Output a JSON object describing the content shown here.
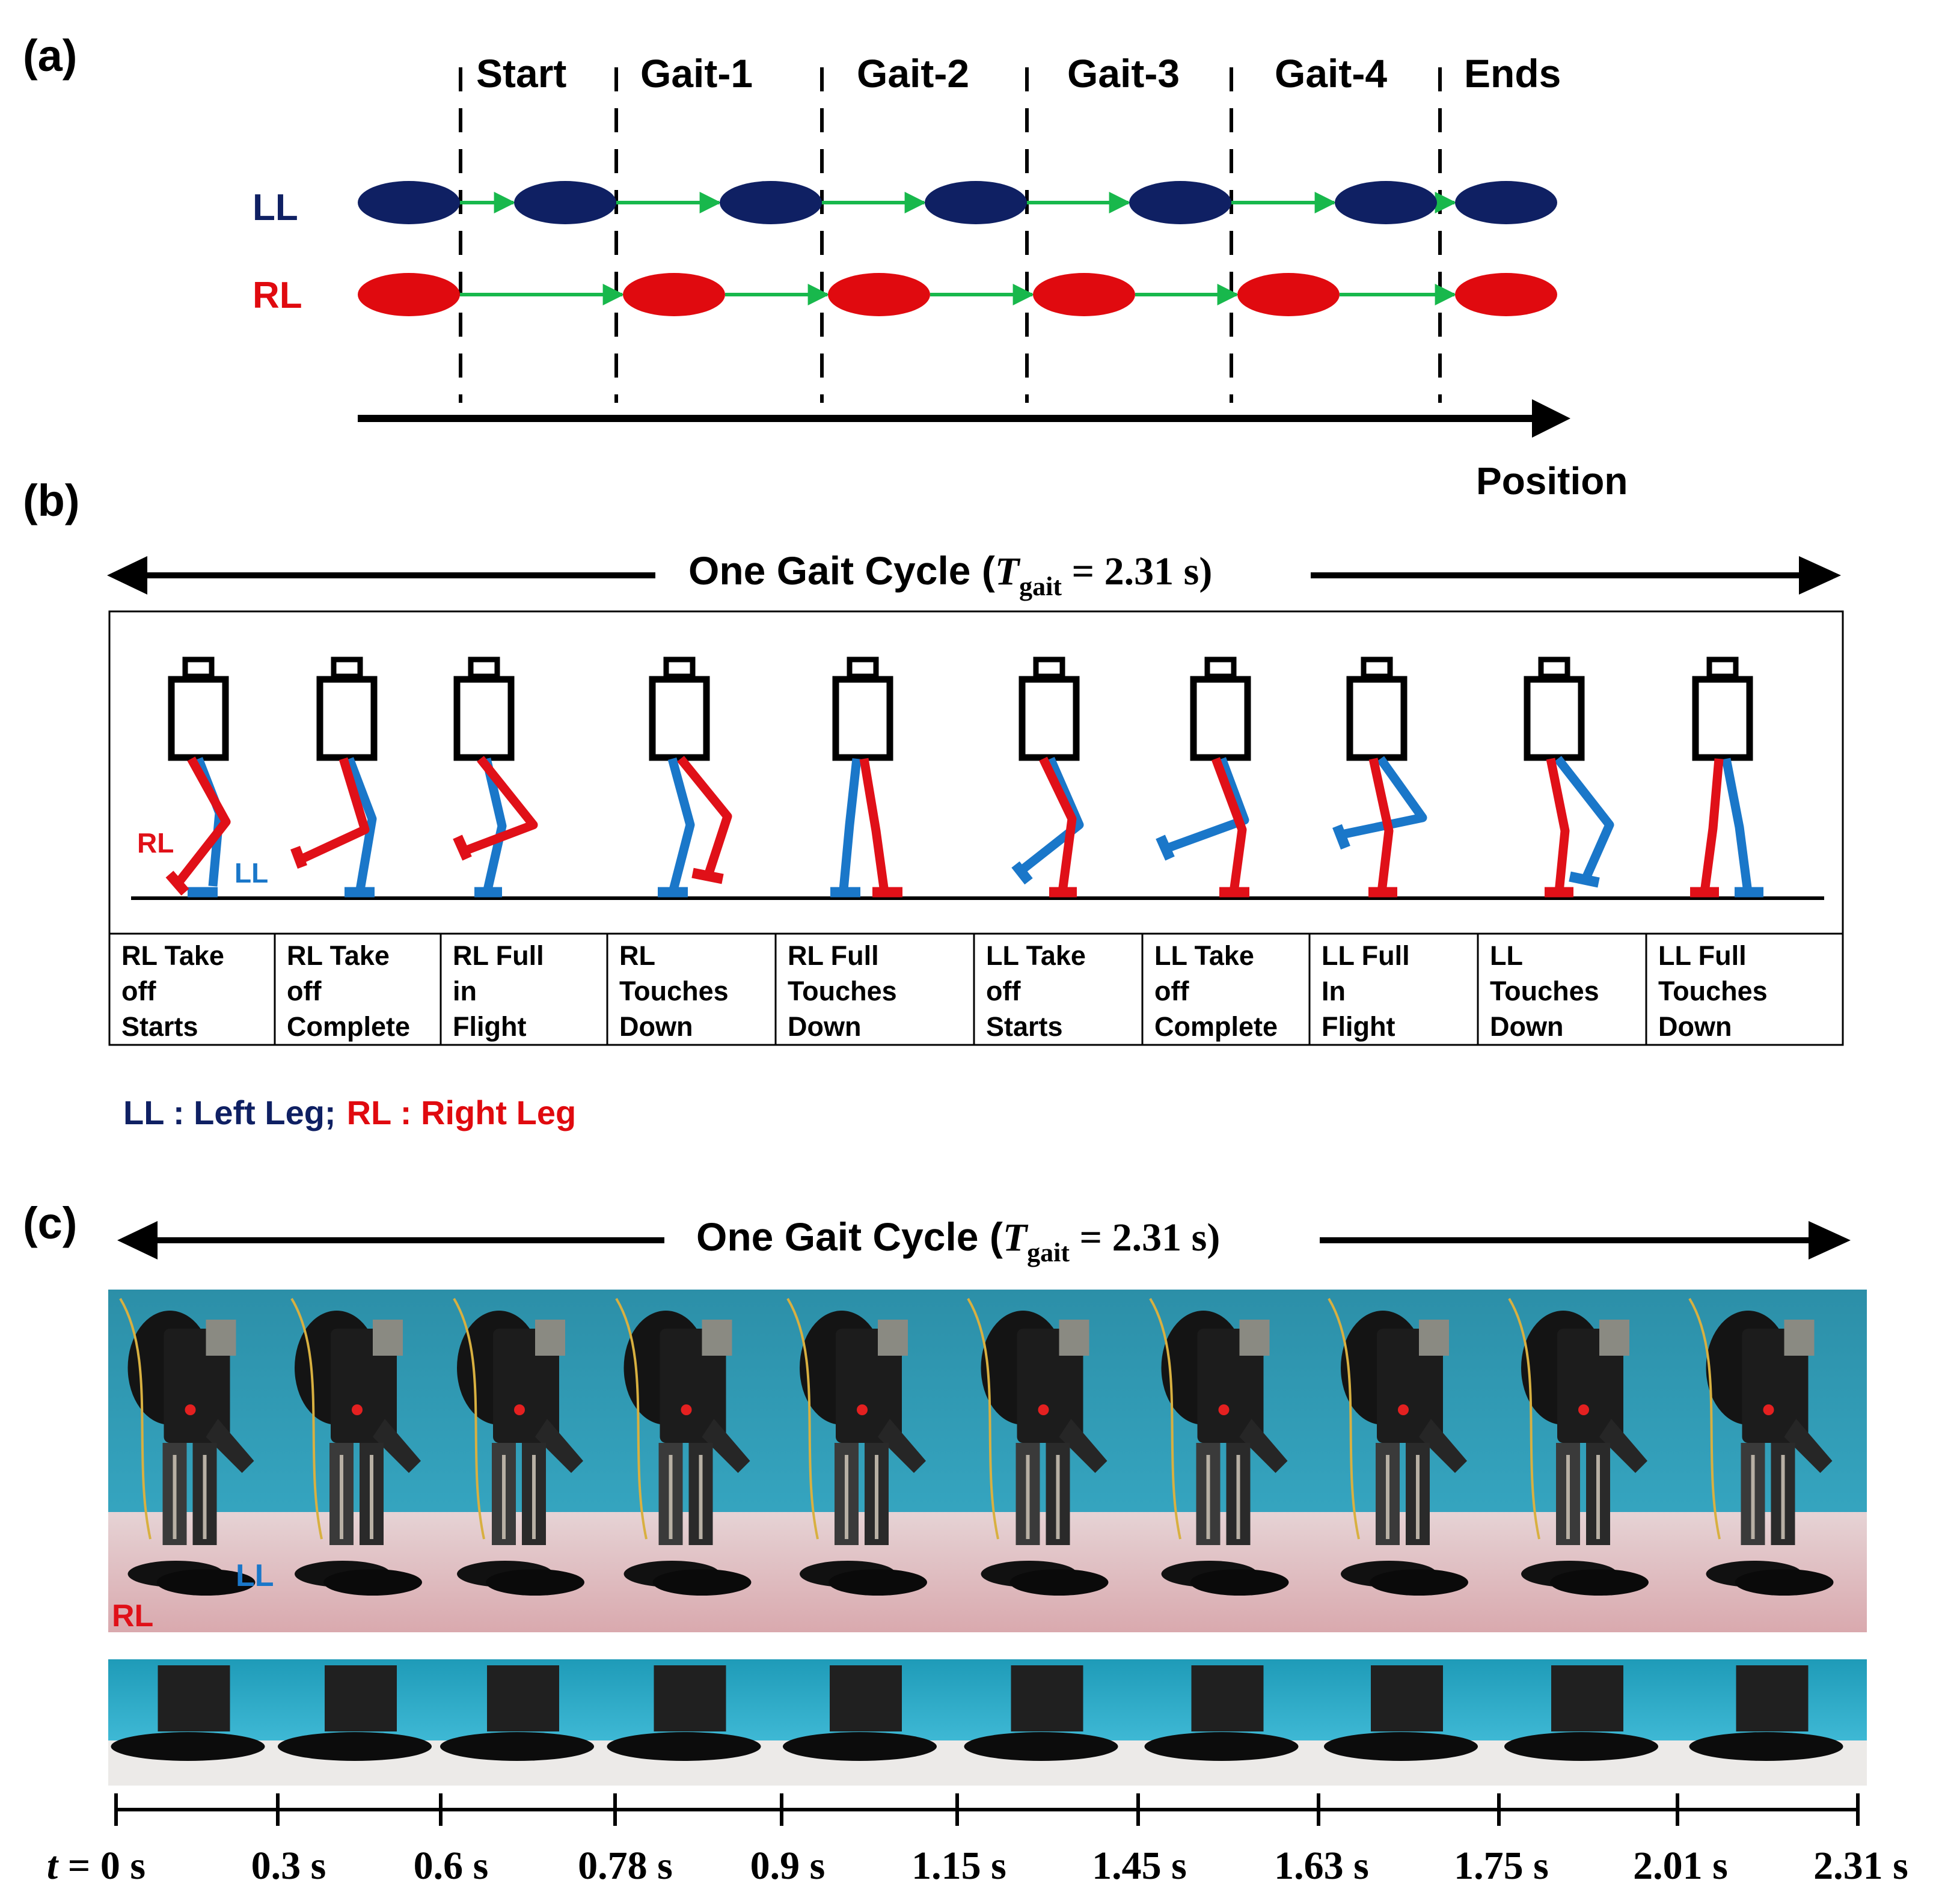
{
  "panel_a": {
    "label": "(a)",
    "phases": [
      "Start",
      "Gait-1",
      "Gait-2",
      "Gait-3",
      "Gait-4",
      "Ends"
    ],
    "rows": [
      {
        "label": "LL",
        "color": "#0f2063"
      },
      {
        "label": "RL",
        "color": "#e00a0f"
      }
    ],
    "arrow_color": "#18b84c",
    "axis_label": "Position"
  },
  "panel_b": {
    "label": "(b)",
    "cycle_prefix": "One Gait Cycle (",
    "cycle_T": "T",
    "cycle_sub": "gait",
    "cycle_suffix": " = 2.31 s)",
    "figure_labels": {
      "rl": "RL",
      "ll": "LL"
    },
    "leg_colors": {
      "rl": "#e01018",
      "ll": "#1a77c9"
    },
    "phases": [
      {
        "lines": [
          "RL Take",
          "off",
          "Starts"
        ]
      },
      {
        "lines": [
          "RL Take",
          "off",
          "Complete"
        ]
      },
      {
        "lines": [
          "RL Full",
          "in",
          "Flight"
        ]
      },
      {
        "lines": [
          "RL",
          "Touches",
          "Down"
        ]
      },
      {
        "lines": [
          "RL Full",
          "Touches",
          "Down"
        ]
      },
      {
        "lines": [
          "LL Take",
          "off",
          "Starts"
        ]
      },
      {
        "lines": [
          "LL Take",
          "off",
          "Complete"
        ]
      },
      {
        "lines": [
          "LL Full",
          "In",
          "Flight"
        ]
      },
      {
        "lines": [
          "LL",
          "Touches",
          "Down"
        ]
      },
      {
        "lines": [
          "LL Full",
          "Touches",
          "Down"
        ]
      }
    ],
    "legend": {
      "ll": "LL : Left Leg;",
      "rl": "RL : Right Leg",
      "ll_color": "#0f2063",
      "rl_color": "#e00a0f"
    }
  },
  "panel_c": {
    "label": "(c)",
    "cycle_prefix": "One Gait Cycle (",
    "cycle_T": "T",
    "cycle_sub": "gait",
    "cycle_suffix": " = 2.31 s)",
    "photo_labels": {
      "ll": "LL",
      "rl": "RL"
    },
    "photo_count": 10,
    "times": [
      "t = 0 s",
      "0.3 s",
      "0.6 s",
      "0.78 s",
      "0.9 s",
      "1.15 s",
      "1.45 s",
      "1.63 s",
      "1.75 s",
      "2.01 s",
      "2.31 s"
    ]
  }
}
